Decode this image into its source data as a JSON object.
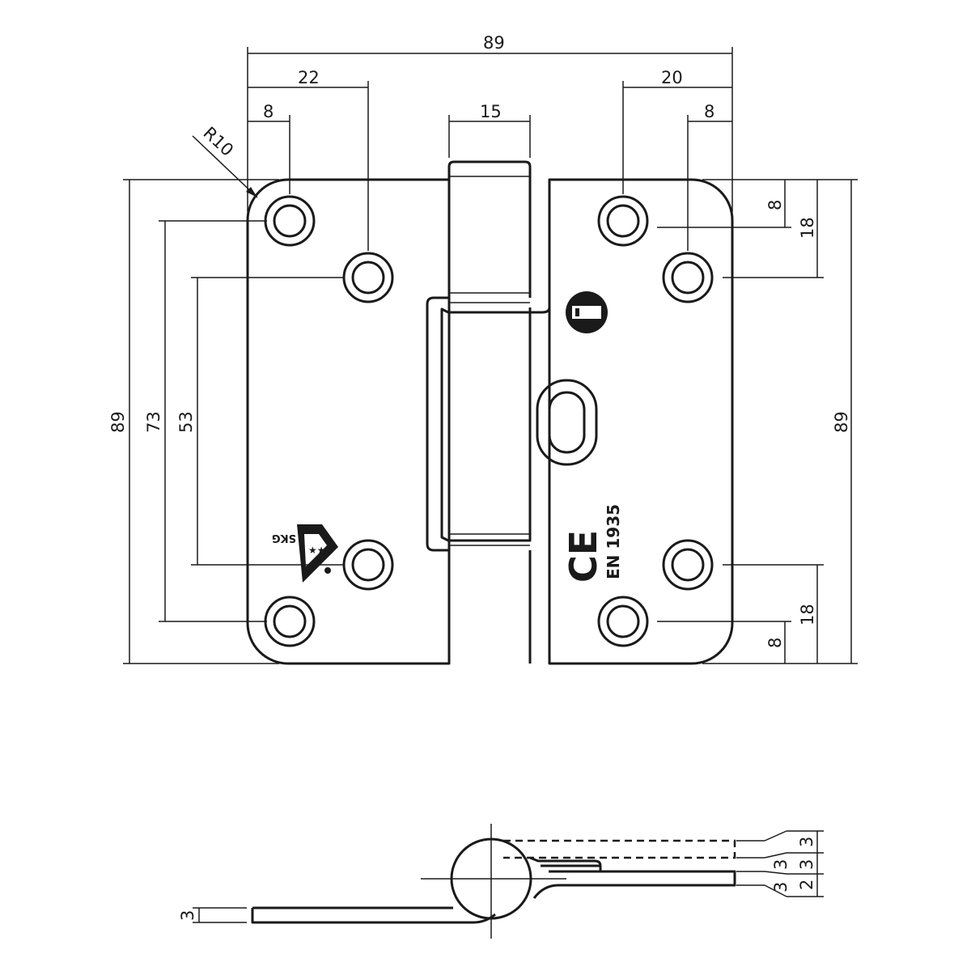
{
  "front_view": {
    "overall_width": "89",
    "left_hole_offset_outer": "8",
    "left_hole_offset_inner": "22",
    "knuckle_width": "15",
    "right_hole_offset_inner": "20",
    "right_hole_offset_outer": "8",
    "corner_radius": "R10",
    "overall_height_left": "89",
    "outer_hole_spacing": "73",
    "inner_hole_spacing": "53",
    "overall_height_right": "89",
    "right_top_edge_to_hole": "8",
    "right_top_edge_to_inner_hole": "18",
    "right_bottom_edge_to_inner_hole": "18",
    "right_bottom_edge_to_hole": "8",
    "ce_mark": "CE",
    "standard_mark": "EN 1935",
    "sks_mark": "SKG",
    "sks_stars": "★★★"
  },
  "side_view": {
    "leaf_thickness_left": "3",
    "stack_labels": [
      "3",
      "3",
      "2",
      "3"
    ]
  },
  "colors": {
    "line": "#1a1a1a",
    "background": "#ffffff"
  }
}
